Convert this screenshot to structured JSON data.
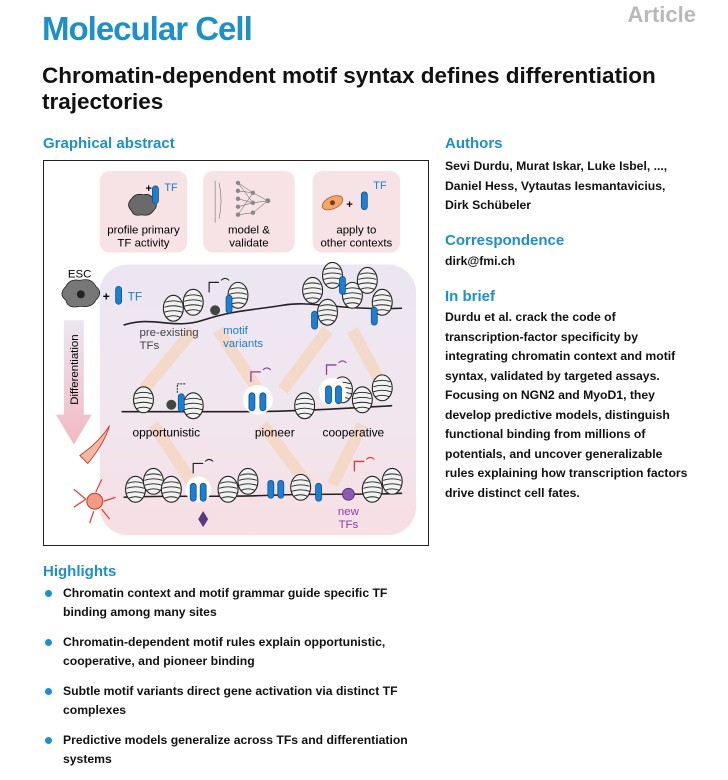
{
  "header": {
    "journal": "Molecular Cell",
    "article_type": "Article",
    "title": "Chromatin-dependent motif syntax defines differentiation trajectories"
  },
  "graphical_abstract": {
    "heading": "Graphical abstract",
    "panels": {
      "profile_line1": "profile primary",
      "profile_line2": "TF activity",
      "tf_label": "TF",
      "model_line1": "model &",
      "model_line2": "validate",
      "apply_line1": "apply to",
      "apply_line2": "other contexts"
    },
    "labels": {
      "esc": "ESC",
      "tf": "TF",
      "differentiation": "Differentiation",
      "preexisting_line1": "pre-existing",
      "preexisting_line2": "TFs",
      "motif_line1": "motif",
      "motif_line2": "variants",
      "opportunistic": "opportunistic",
      "pioneer": "pioneer",
      "cooperative": "cooperative",
      "new_line1": "new",
      "new_line2": "TFs"
    },
    "colors": {
      "tf_blue": "#1e7fd0",
      "purple": "#8a3fa8",
      "red": "#d43a3a",
      "pink_bg": "#f7e3e6",
      "lavender_bg": "#ece6f2"
    }
  },
  "authors": {
    "heading": "Authors",
    "lines": [
      "Sevi Durdu, Murat Iskar, Luke Isbel, ...,",
      "Daniel Hess, Vytautas Iesmantavicius,",
      "Dirk Schübeler"
    ]
  },
  "correspondence": {
    "heading": "Correspondence",
    "email": "dirk@fmi.ch"
  },
  "in_brief": {
    "heading": "In brief",
    "lines": [
      "Durdu et al. crack the code of",
      "transcription-factor specificity by",
      "integrating chromatin context and motif",
      "syntax, validated by targeted assays.",
      "Focusing on NGN2 and MyoD1, they",
      "develop predictive models, distinguish",
      "functional binding from millions of",
      "potentials, and uncover generalizable",
      "rules explaining how transcription factors",
      "drive distinct cell fates."
    ]
  },
  "highlights": {
    "heading": "Highlights",
    "items": [
      {
        "line1": "Chromatin context and motif grammar guide specific TF",
        "line2": "binding among many sites"
      },
      {
        "line1": "Chromatin-dependent motif rules explain opportunistic,",
        "line2": "cooperative, and pioneer binding"
      },
      {
        "line1": "Subtle motif variants direct gene activation via distinct TF",
        "line2": "complexes"
      },
      {
        "line1": "Predictive models generalize across TFs and differentiation",
        "line2": "systems"
      }
    ]
  }
}
